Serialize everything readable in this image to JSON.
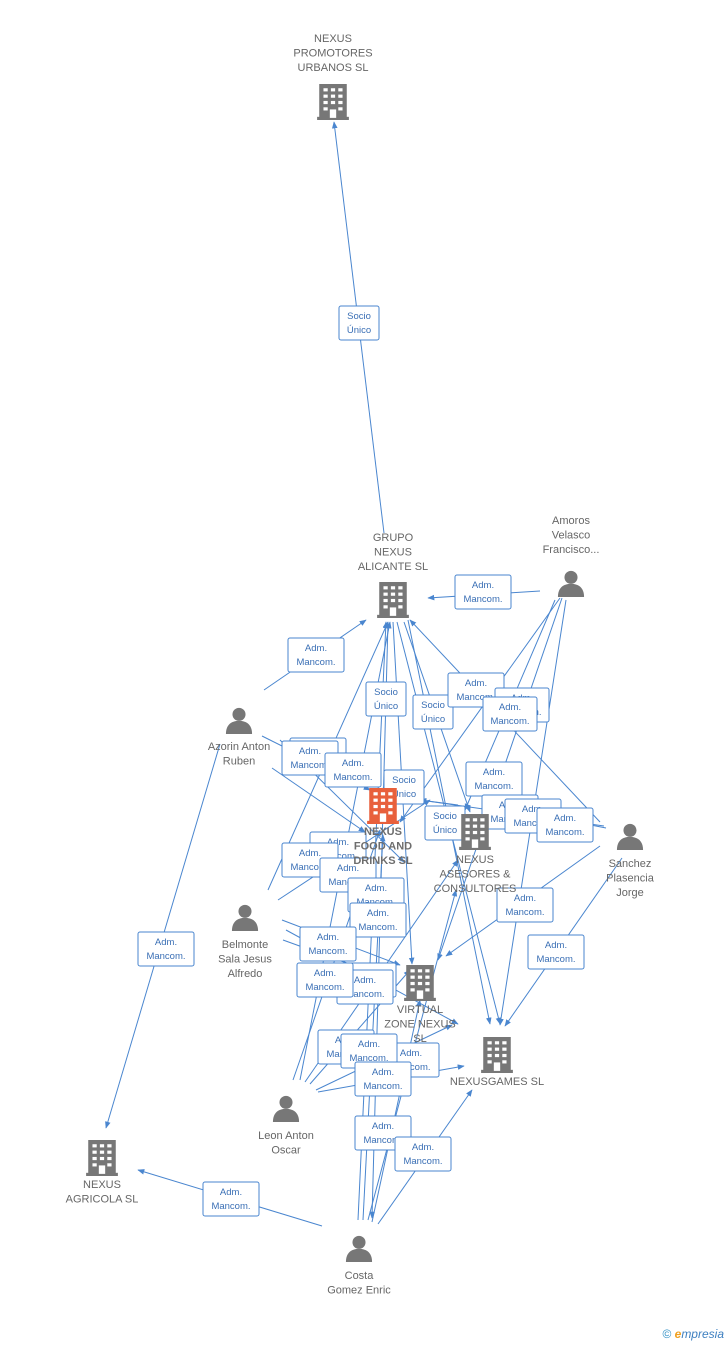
{
  "colors": {
    "edge": "#4a86cf",
    "node": "#777777",
    "highlight": "#e8603c"
  },
  "nodes": [
    {
      "id": "promotores",
      "type": "company",
      "label": [
        "NEXUS",
        "PROMOTORES",
        "URBANOS SL"
      ]
    },
    {
      "id": "grupo",
      "type": "company",
      "label": [
        "GRUPO",
        "NEXUS",
        "ALICANTE SL"
      ]
    },
    {
      "id": "amoros",
      "type": "person",
      "label": [
        "Amoros",
        "Velasco",
        "Francisco..."
      ]
    },
    {
      "id": "azorin",
      "type": "person",
      "label": [
        "Azorin Anton",
        "Ruben"
      ]
    },
    {
      "id": "food",
      "type": "company-main",
      "label": [
        "NEXUS",
        "FOOD AND",
        "DRINKS SL"
      ]
    },
    {
      "id": "asesores",
      "type": "company",
      "label": [
        "NEXUS",
        "ASESORES &",
        "CONSULTORES"
      ]
    },
    {
      "id": "sanchez",
      "type": "person",
      "label": [
        "Sanchez",
        "Plasencia",
        "Jorge"
      ]
    },
    {
      "id": "belmonte",
      "type": "person",
      "label": [
        "Belmonte",
        "Sala Jesus",
        "Alfredo"
      ]
    },
    {
      "id": "virtual",
      "type": "company",
      "label": [
        "VIRTUAL",
        "ZONE NEXUS",
        "SL"
      ]
    },
    {
      "id": "games",
      "type": "company",
      "label": [
        "NEXUSGAMES SL"
      ]
    },
    {
      "id": "leon",
      "type": "person",
      "label": [
        "Leon Anton",
        "Oscar"
      ]
    },
    {
      "id": "agricola",
      "type": "company",
      "label": [
        "NEXUS",
        "AGRICOLA SL"
      ]
    },
    {
      "id": "costa",
      "type": "person",
      "label": [
        "Costa",
        "Gomez Enric"
      ]
    }
  ],
  "edge_labels": [
    [
      "Socio",
      "Único"
    ],
    [
      "Adm.",
      "Mancom."
    ]
  ],
  "footer": {
    "copyright": "©",
    "brand_first": "e",
    "brand_rest": "mpresia"
  }
}
